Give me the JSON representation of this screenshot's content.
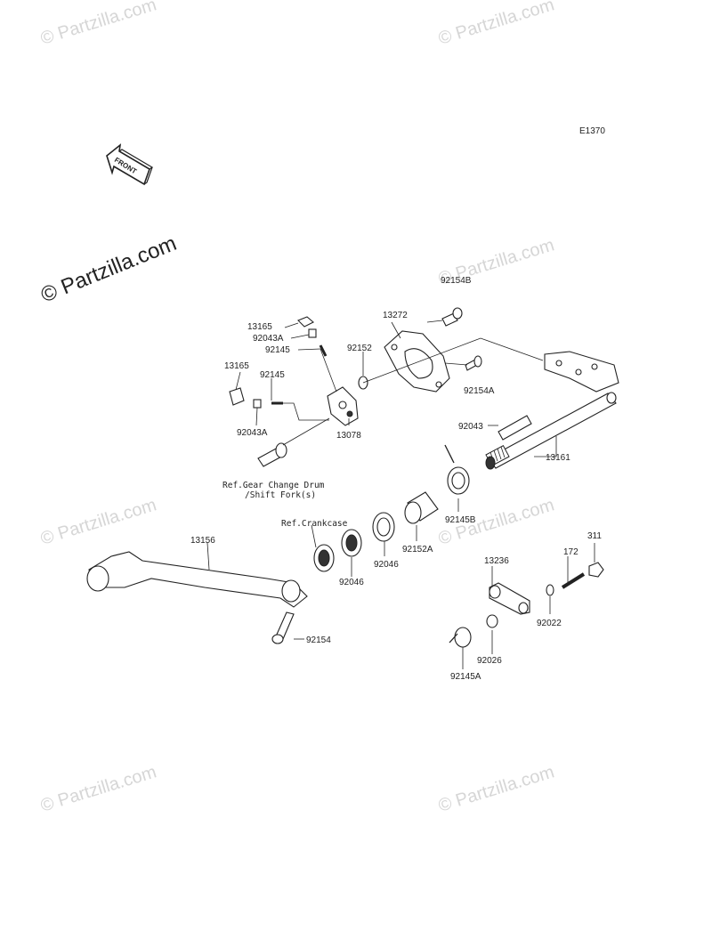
{
  "diagram_code": "E1370",
  "front_arrow_label": "FRONT",
  "watermark": "© Partzilla.com",
  "parts": {
    "p92154B": "92154B",
    "p13272": "13272",
    "p13165a": "13165",
    "p92043A_a": "92043A",
    "p92145a": "92145",
    "p92152": "92152",
    "p13165b": "13165",
    "p92145b": "92145",
    "p92154A": "92154A",
    "p92043A_b": "92043A",
    "p13078": "13078",
    "p92043": "92043",
    "p13161": "13161",
    "p92145B": "92145B",
    "p13156": "13156",
    "p92046a": "92046",
    "p92046b": "92046",
    "p92152A": "92152A",
    "p13236": "13236",
    "p172": "172",
    "p311": "311",
    "p92022": "92022",
    "p92026": "92026",
    "p92145A": "92145A",
    "p92154": "92154"
  },
  "refs": {
    "gear_line1": "Ref.Gear Change Drum",
    "gear_line2": "/Shift Fork(s)",
    "crankcase": "Ref.Crankcase"
  }
}
